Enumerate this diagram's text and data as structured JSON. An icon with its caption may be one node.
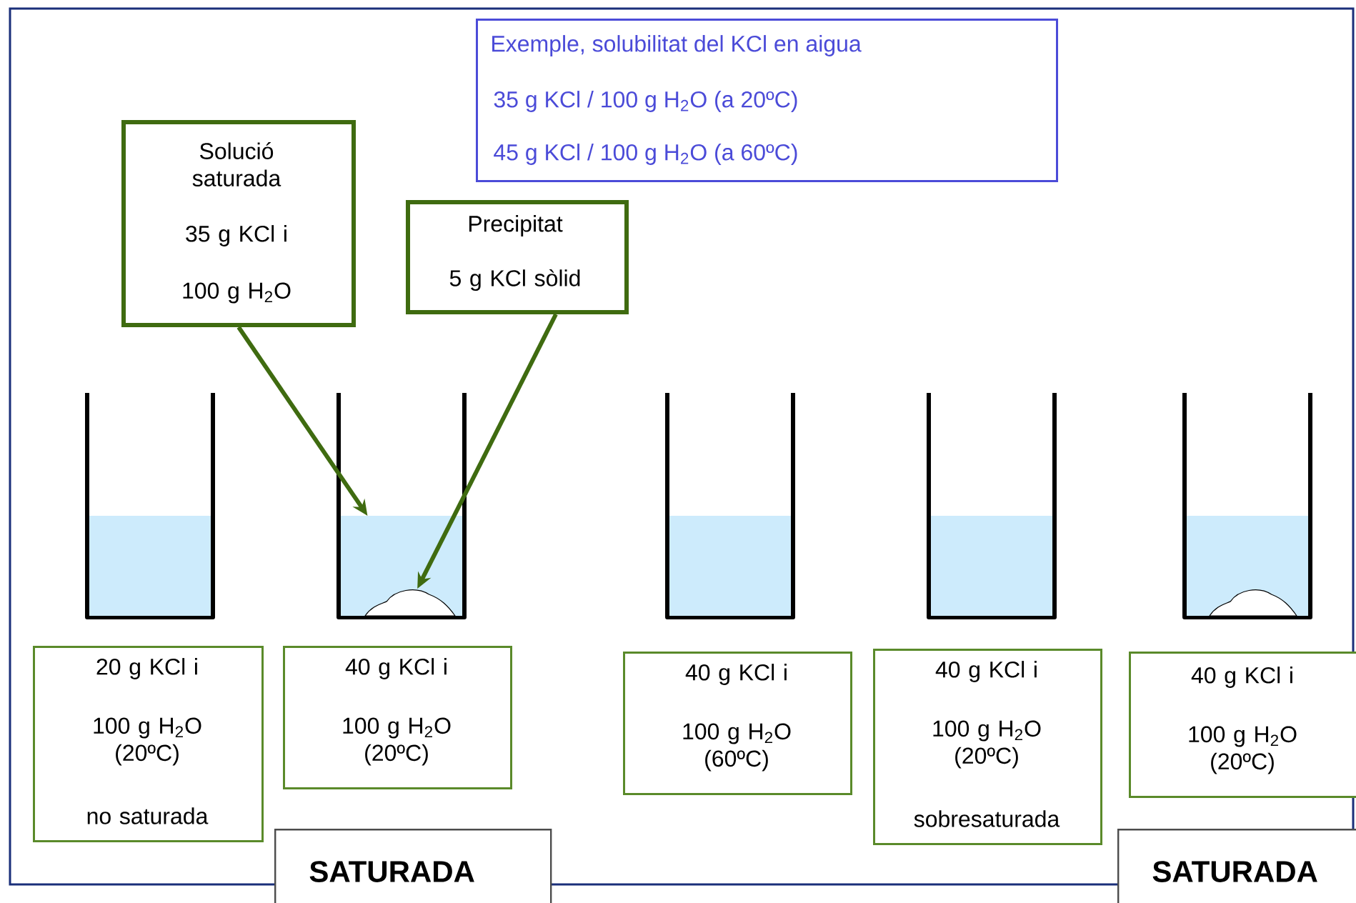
{
  "diagram": {
    "nodes": [
      {
        "text": [
          "Exemple, solubilitat del KCl en aigua",
          "35 g KCl / 100 g H$_{2}$O (a 20ºC)",
          "45 g KCl / 100 g H$_{2}$O (a 60ºC)"
        ]
      },
      {
        "text": [
          "Solució saturada",
          "35 g KCl i",
          "100 g H$_{2}$O"
        ]
      },
      {
        "text": [
          "Precipitat",
          "5 g KCl sòlid"
        ]
      },
      {
        "text": [],
        "shape": "box"
      },
      {
        "text": [],
        "shape": "box"
      },
      {
        "text": [],
        "shape": "cloud",
        "in": 4
      },
      {
        "text": [],
        "shape": "box"
      },
      {
        "text": [],
        "shape": "box"
      },
      {
        "text": [],
        "shape": "box"
      },
      {
        "text": [],
        "shape": "cloud",
        "in": 8
      },
      {
        "text": [
          "20 g KCl i",
          "100 g H$_{2}$O (20ºC)",
          "no saturada"
        ]
      },
      {
        "text": [
          "40 g KCl i",
          "100 g H$_{2}$O (20ºC)"
        ]
      },
      {
        "text": [
          "40 g KCl i",
          "100 g H$_{2}$O (60ºC)"
        ]
      },
      {
        "text": [
          "40 g KCl i",
          "100 g H$_{2}$O (20ºC)",
          "sobresaturada"
        ]
      },
      {
        "text": [
          "40 g KCl i",
          "100 g H$_{2}$O (20ºC)"
        ]
      },
      {
        "text": [
          "SATURADA"
        ]
      },
      {
        "text": [
          "SATURADA"
        ]
      }
    ],
    "edges": [
      {
        "from": 1,
        "to": 4,
        "arrow": "to"
      },
      {
        "from": 2,
        "to": 5,
        "arrow": "to"
      }
    ]
  }
}
